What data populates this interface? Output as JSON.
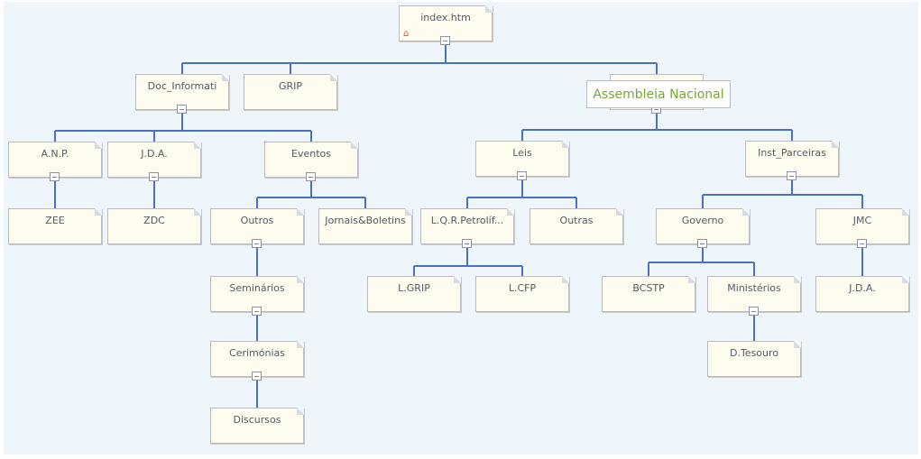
{
  "diagram": {
    "line_color": "#4a72c4",
    "highlight_color": "#7aa53c",
    "root": {
      "id": "index",
      "label": "index.htm",
      "icon": "home-icon"
    },
    "nodes": [
      {
        "id": "doc",
        "label": "Doc_Informati",
        "parent": "index"
      },
      {
        "id": "grip",
        "label": "GRIP",
        "parent": "index"
      },
      {
        "id": "an",
        "label": "Assembleia Nacional",
        "parent": "index",
        "highlighted": true
      },
      {
        "id": "anp",
        "label": "A.N.P.",
        "parent": "doc"
      },
      {
        "id": "jda",
        "label": "J.D.A.",
        "parent": "doc"
      },
      {
        "id": "eventos",
        "label": "Eventos",
        "parent": "doc"
      },
      {
        "id": "zee",
        "label": "ZEE",
        "parent": "anp"
      },
      {
        "id": "zdc",
        "label": "ZDC",
        "parent": "jda"
      },
      {
        "id": "outros",
        "label": "Outros",
        "parent": "eventos"
      },
      {
        "id": "jornais",
        "label": "Jornais&Boletins",
        "parent": "eventos"
      },
      {
        "id": "seminarios",
        "label": "Seminários",
        "parent": "outros"
      },
      {
        "id": "cerimonias",
        "label": "Cerimónias",
        "parent": "seminarios"
      },
      {
        "id": "discursos",
        "label": "Discursos",
        "parent": "cerimonias"
      },
      {
        "id": "leis",
        "label": "Leis",
        "parent": "an"
      },
      {
        "id": "inst",
        "label": "Inst_Parceiras",
        "parent": "an"
      },
      {
        "id": "lqr",
        "label": "L.Q.R.Petrolíf...",
        "parent": "leis"
      },
      {
        "id": "outras",
        "label": "Outras",
        "parent": "leis"
      },
      {
        "id": "lgrip",
        "label": "L.GRIP",
        "parent": "lqr"
      },
      {
        "id": "lcfp",
        "label": "L.CFP",
        "parent": "lqr"
      },
      {
        "id": "governo",
        "label": "Governo",
        "parent": "inst"
      },
      {
        "id": "jmc",
        "label": "JMC",
        "parent": "inst"
      },
      {
        "id": "bcstp",
        "label": "BCSTP",
        "parent": "governo"
      },
      {
        "id": "ministerios",
        "label": "Ministérios",
        "parent": "governo"
      },
      {
        "id": "tesouro",
        "label": "D.Tesouro",
        "parent": "ministerios"
      },
      {
        "id": "jda2",
        "label": "J.D.A.",
        "parent": "jmc"
      }
    ]
  }
}
